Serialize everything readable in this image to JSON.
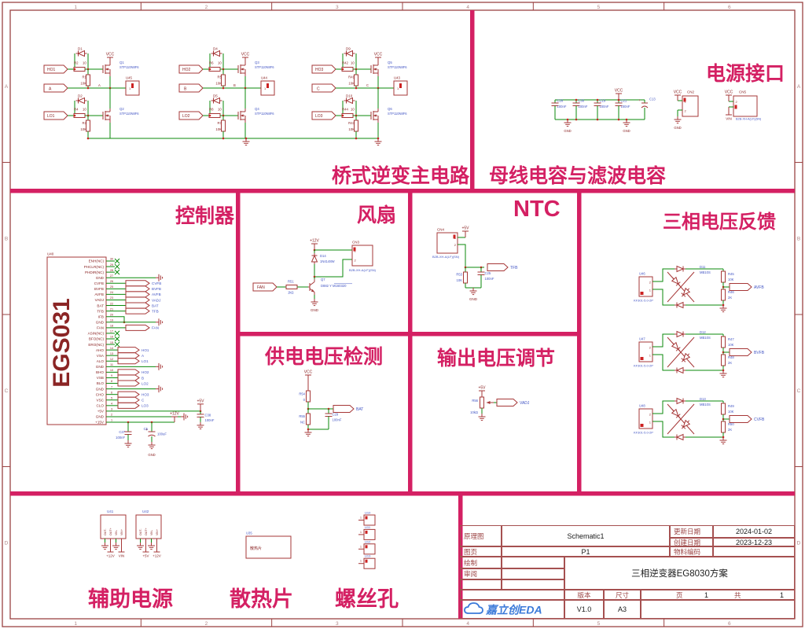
{
  "frame": {
    "columns": [
      "1",
      "2",
      "3",
      "4",
      "5",
      "6"
    ],
    "rows": [
      "A",
      "B",
      "C",
      "D"
    ]
  },
  "colors": {
    "section": "#d42063",
    "wire": "#0b8a0b",
    "symbol": "#a63737",
    "text_ref": "#8b2525",
    "text_val": "#4255c4",
    "frame": "#9a4343",
    "frame_label": "#b08484",
    "junction": "#cc2222",
    "logo": "#3b7ad9"
  },
  "sections": {
    "bridge": {
      "title": "桥式逆变主电路"
    },
    "bus_caps": {
      "title": "母线电容与滤波电容"
    },
    "power_conn": {
      "title": "电源接口"
    },
    "controller": {
      "title": "控制器"
    },
    "fan": {
      "title": "风扇"
    },
    "ntc": {
      "title": "NTC"
    },
    "feedback": {
      "title": "三相电压反馈"
    },
    "vdet": {
      "title": "供电电压检测"
    },
    "vadj": {
      "title": "输出电压调节"
    },
    "aux": {
      "title": "辅助电源"
    },
    "heatsink": {
      "title": "散热片"
    },
    "screws": {
      "title": "螺丝孔"
    }
  },
  "bridge": {
    "vcc": "VCC",
    "mosfet_part": "STP110N8F6",
    "phases": [
      {
        "hi_port": "HO1",
        "lo_port": "LO1",
        "out": "A",
        "d_hi": "D1",
        "d_lo": "D2",
        "r_hi": "R2",
        "r_hi_val": "10",
        "r_lo": "R4",
        "r_lo_val": "10",
        "rpd_hi": "R1",
        "rpd_hi_val": "10K",
        "rpd_lo": "R3",
        "rpd_lo_val": "10K",
        "q_hi": "Q1",
        "q_lo": "Q2",
        "conn": "U45",
        "conn_pin": "1"
      },
      {
        "hi_port": "HO2",
        "lo_port": "LO2",
        "out": "B",
        "d_hi": "D4",
        "d_lo": "D5",
        "r_hi": "R6",
        "r_hi_val": "10",
        "r_lo": "R8",
        "r_lo_val": "10",
        "rpd_hi": "R5",
        "rpd_hi_val": "10K",
        "rpd_lo": "R7",
        "rpd_lo_val": "10K",
        "q_hi": "Q3",
        "q_lo": "Q4",
        "conn": "U44",
        "conn_pin": "1"
      },
      {
        "hi_port": "HO3",
        "lo_port": "LO3",
        "out": "C",
        "d_hi": "D9",
        "d_lo": "D10",
        "r_hi": "R42",
        "r_hi_val": "10",
        "r_lo": "R44",
        "r_lo_val": "10",
        "rpd_hi": "R41",
        "rpd_hi_val": "10K",
        "rpd_lo": "R43",
        "rpd_lo_val": "10K",
        "q_hi": "Q5",
        "q_lo": "Q6",
        "conn": "U43",
        "conn_pin": "1"
      }
    ]
  },
  "bus_caps": {
    "vcc": "VCC",
    "gnd": "GND",
    "caps": [
      {
        "ref": "C28",
        "val": "100nF"
      },
      {
        "ref": "C30",
        "val": "100nF"
      },
      {
        "ref": "C19",
        "val": "100nF"
      },
      {
        "ref": "C21",
        "val": "100nF"
      }
    ],
    "ecap": {
      "ref": "C13"
    },
    "cn2": {
      "ref": "CN2",
      "net": "VCC",
      "gnd": "GND",
      "pins": [
        "1",
        "2"
      ]
    },
    "cn5": {
      "ref": "CN5",
      "net_top": "VCC",
      "net_bottom": "VIN",
      "part": "B2B-XH-A(LF)(SN)",
      "pins": [
        "2",
        "1"
      ]
    }
  },
  "controller": {
    "ref": "U40",
    "part": "EGS031",
    "plus5": "+5V",
    "plus12": "+12V",
    "gnd": "GND",
    "c38": {
      "ref": "C38",
      "val": "100nF"
    },
    "c27": {
      "ref": "C27",
      "val": "100nF"
    },
    "c5": {
      "ref": "C5",
      "val": "100uF"
    },
    "pins": [
      {
        "num": "30",
        "name": "ENH(NC)",
        "type": "nc"
      },
      {
        "num": "29",
        "name": "PHCLR(NC)",
        "type": "nc"
      },
      {
        "num": "28",
        "name": "PHDIR(NC)",
        "type": "nc"
      },
      {
        "num": "27",
        "name": "GND",
        "type": "gnd"
      },
      {
        "num": "26",
        "name": "CVFB",
        "type": "flag",
        "net": "CVFB"
      },
      {
        "num": "25",
        "name": "BVFB",
        "type": "flag",
        "net": "BVFB"
      },
      {
        "num": "24",
        "name": "AVFB",
        "type": "flag",
        "net": "AVFB"
      },
      {
        "num": "23",
        "name": "VADJ",
        "type": "flag",
        "net": "VADJ"
      },
      {
        "num": "22",
        "name": "BAT",
        "type": "flag",
        "net": "BAT"
      },
      {
        "num": "21",
        "name": "TFB",
        "type": "flag",
        "net": "TFB"
      },
      {
        "num": "20",
        "name": "IFB",
        "type": "ifb"
      },
      {
        "num": "19",
        "name": "GND",
        "type": "gnd"
      },
      {
        "num": "18",
        "name": "FAN",
        "type": "flag",
        "net": "FAN"
      },
      {
        "num": "17",
        "name": "ASIN(NC)",
        "type": "nc"
      },
      {
        "num": "16",
        "name": "BFO(NC)",
        "type": "nc"
      },
      {
        "num": "15",
        "name": "ERO(NC)",
        "type": "nc"
      },
      {
        "num": "14",
        "name": "AHO",
        "type": "flag2",
        "net": "HO1"
      },
      {
        "num": "13",
        "name": "VSA",
        "type": "flag2",
        "net": "A"
      },
      {
        "num": "12",
        "name": "ALO",
        "type": "flag2",
        "net": "LO1"
      },
      {
        "num": "11",
        "name": "GND",
        "type": "gnd"
      },
      {
        "num": "10",
        "name": "BHO",
        "type": "flag2",
        "net": "HO2"
      },
      {
        "num": "9",
        "name": "VSB",
        "type": "flag2",
        "net": "B"
      },
      {
        "num": "8",
        "name": "BLO",
        "type": "flag2",
        "net": "LO2"
      },
      {
        "num": "7",
        "name": "GND",
        "type": "gnd"
      },
      {
        "num": "6",
        "name": "CHO",
        "type": "flag2",
        "net": "HO3"
      },
      {
        "num": "5",
        "name": "VSC",
        "type": "flag2",
        "net": "C"
      },
      {
        "num": "4",
        "name": "CLO",
        "type": "flag2",
        "net": "LO3"
      },
      {
        "num": "3",
        "name": "+5V",
        "type": "p5"
      },
      {
        "num": "2",
        "name": "GND",
        "type": "gnd2"
      },
      {
        "num": "1",
        "name": "+15V",
        "type": "p15"
      }
    ]
  },
  "fan": {
    "plus12": "+12V",
    "gnd": "GND",
    "port": "FAN",
    "d14": {
      "ref": "D14",
      "val": "1N4148W"
    },
    "cn3": {
      "ref": "CN3",
      "part": "B2B-XH-A(LF)(SN)",
      "pins": [
        "1",
        "2"
      ]
    },
    "q7": {
      "ref": "Q7",
      "val": "D882 Y M160320"
    },
    "r51": {
      "ref": "R51",
      "val": "1kΩ"
    }
  },
  "ntc": {
    "plus5": "+5V",
    "gnd": "GND",
    "port": "TFB",
    "cn4": {
      "ref": "CN4",
      "part": "B2B-XH-A(LF)(SN)",
      "pins": [
        "1",
        "2"
      ]
    },
    "r53": {
      "ref": "R53",
      "val": "10K"
    },
    "c25": {
      "ref": "C25",
      "val": "100nF"
    }
  },
  "feedback": {
    "channels": [
      {
        "conn": "U46",
        "conn_part": "KF301-5.0-2P",
        "pins": [
          "2",
          "1"
        ],
        "bridge": "D11",
        "bridge_part": "MB10S",
        "r_top": "R45",
        "r_top_val": "10K",
        "r_bot": "R46",
        "r_bot_val": "2K",
        "out": "AVFB"
      },
      {
        "conn": "U47",
        "conn_part": "KF301-5.0-2P",
        "pins": [
          "2",
          "1"
        ],
        "bridge": "D12",
        "bridge_part": "MB10S",
        "r_top": "R47",
        "r_top_val": "10K",
        "r_bot": "R48",
        "r_bot_val": "2K",
        "out": "BVFB"
      },
      {
        "conn": "U48",
        "conn_part": "KF301-5.0-2P",
        "pins": [
          "2",
          "1"
        ],
        "bridge": "D13",
        "bridge_part": "MB10S",
        "r_top": "R49",
        "r_top_val": "10K",
        "r_bot": "R50",
        "r_bot_val": "2K",
        "out": "CVFB"
      }
    ]
  },
  "vdet": {
    "vcc": "VCC",
    "port": "BAT",
    "r54": {
      "ref": "R54",
      "val": "0"
    },
    "r55": {
      "ref": "R55",
      "val": "NC"
    },
    "c29": {
      "ref": "C29",
      "val": "100nF"
    }
  },
  "vadj": {
    "plus5": "+5V",
    "port": "VADJ",
    "r56": {
      "ref": "R56",
      "val": "10kΩ"
    }
  },
  "aux": {
    "modules": [
      {
        "ref": "U41",
        "pins": [
          "OUT-",
          "OUT+",
          "VIN-",
          "VIN+"
        ],
        "nets": [
          "+12V",
          "VIN"
        ]
      },
      {
        "ref": "U42",
        "pins": [
          "OUT-",
          "OUT+",
          "VIN-",
          "VIN+"
        ],
        "nets": [
          "+5V",
          "+12V"
        ]
      }
    ]
  },
  "heatsink": {
    "ref": "U35",
    "label": "散热片"
  },
  "screws": {
    "items": [
      "U10",
      "U11",
      "U12",
      "U13"
    ],
    "pin": "1"
  },
  "titleblock": {
    "schematic_label": "原理图",
    "schematic_value": "Schematic1",
    "sheet_label": "图页",
    "sheet_value": "P1",
    "drawn_label": "绘制",
    "reviewed_label": "审阅",
    "updated_label": "更新日期",
    "updated_value": "2024-01-02",
    "created_label": "创建日期",
    "created_value": "2023-12-23",
    "part_label": "物料编码",
    "part_value": "",
    "project": "三相逆变器EG8030方案",
    "version_label": "版本",
    "version_value": "V1.0",
    "size_label": "尺寸",
    "size_value": "A3",
    "page_label": "页",
    "page_value": "1",
    "total_label": "共",
    "total_value": "1",
    "logo": "嘉立创EDA"
  }
}
